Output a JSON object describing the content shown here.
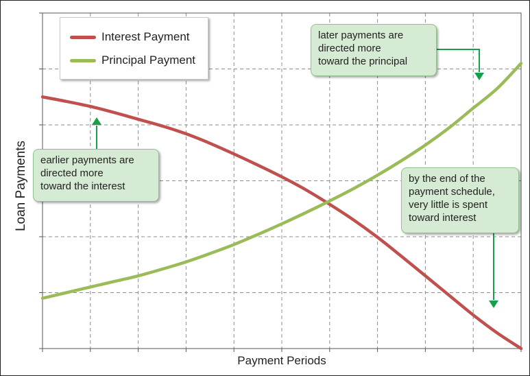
{
  "chart_data": {
    "type": "line",
    "title": "",
    "xlabel": "Payment Periods",
    "ylabel": "Loan Payments",
    "xlim": [
      0,
      10
    ],
    "ylim": [
      0,
      6
    ],
    "grid": true,
    "legend_position": "top-left",
    "x": [
      0,
      0.5,
      1,
      1.5,
      2,
      2.5,
      3,
      3.5,
      4,
      4.5,
      5,
      5.5,
      6,
      6.5,
      7,
      7.5,
      8,
      8.5,
      9,
      9.5,
      10
    ],
    "series": [
      {
        "name": "Interest Payment",
        "color": "#c0504d",
        "values": [
          4.5,
          4.42,
          4.33,
          4.22,
          4.1,
          3.98,
          3.84,
          3.67,
          3.48,
          3.28,
          3.07,
          2.84,
          2.58,
          2.3,
          1.99,
          1.65,
          1.3,
          0.95,
          0.6,
          0.28,
          0.0
        ]
      },
      {
        "name": "Principal Payment",
        "color": "#9bbb59",
        "values": [
          0.9,
          1.0,
          1.1,
          1.2,
          1.3,
          1.42,
          1.55,
          1.7,
          1.86,
          2.04,
          2.23,
          2.43,
          2.64,
          2.86,
          3.1,
          3.36,
          3.64,
          3.95,
          4.3,
          4.65,
          5.1
        ]
      }
    ],
    "annotations": [
      {
        "lines": [
          "earlier payments are",
          "directed more",
          "toward the interest"
        ]
      },
      {
        "lines": [
          "later payments are",
          "directed more",
          "toward the principal"
        ]
      },
      {
        "lines": [
          "by the end of the",
          "payment schedule,",
          "very little is spent",
          "toward interest"
        ]
      }
    ],
    "annotation_color": "#16a04a"
  }
}
